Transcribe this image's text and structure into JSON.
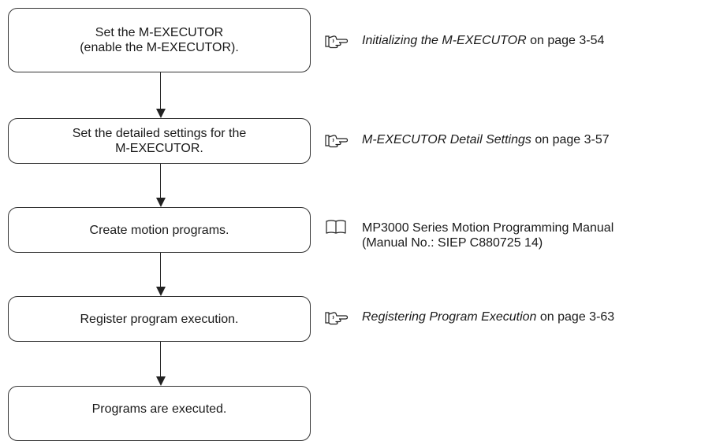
{
  "flowchart": {
    "steps": [
      {
        "text": "Set the M-EXECUTOR\n(enable the M-EXECUTOR)."
      },
      {
        "text": "Set the detailed settings for the\nM-EXECUTOR."
      },
      {
        "text": "Create motion programs."
      },
      {
        "text": "Register program execution."
      },
      {
        "text": "Programs are executed."
      }
    ],
    "references": [
      {
        "icon": "pointing-hand-icon",
        "title": "Initializing the M-EXECUTOR",
        "suffix": " on page 3-54"
      },
      {
        "icon": "pointing-hand-icon",
        "title": "M-EXECUTOR Detail Settings",
        "suffix": " on page 3-57"
      },
      {
        "icon": "open-book-icon",
        "line1": "MP3000 Series Motion Programming Manual",
        "line2": "(Manual No.: SIEP C880725 14)"
      },
      {
        "icon": "pointing-hand-icon",
        "title": "Registering Program Execution",
        "suffix": " on page 3-63"
      }
    ]
  }
}
